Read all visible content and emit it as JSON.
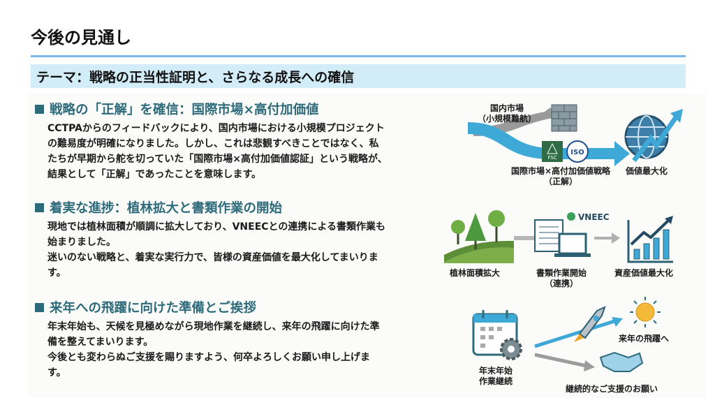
{
  "title": "今後の見通し",
  "theme": "テーマ：戦略の正当性証明と、さらなる成長への確信",
  "sections": [
    {
      "heading": "戦略の「正解」を確信：国際市場×高付加価値",
      "lines": [
        "CCTPAからのフィードバックにより、国内市場における小規模プロジェクト",
        "の難易度が明確になりました。しかし、これは悲観すべきことではなく、私",
        "たちが早期から舵を切っていた「国際市場×高付加価値認証」という戦略が、",
        "結果として「正解」であったことを意味します。"
      ]
    },
    {
      "heading": "着実な進捗：植林拡大と書類作業の開始",
      "lines": [
        "現地では植林面積が順調に拡大しており、VNEECとの連携による書類作業も",
        "始まりました。",
        "迷いのない戦略と、着実な実行力で、皆様の資産価値を最大化してまいりま",
        "す。"
      ]
    },
    {
      "heading": "来年への飛躍に向けた準備とご挨拶",
      "lines": [
        "年末年始も、天候を見極めながら現地作業を継続し、来年の飛躍に向けた準",
        "備を整えてまいります。",
        "今後とも変わらぬご支援を賜りますよう、何卒よろしくお願い申し上げま",
        "す。"
      ]
    }
  ],
  "diagram1": {
    "domestic": "国内市場",
    "domestic_sub": "（小規模難航）",
    "intl": "国際市場×高付加価値戦略",
    "intl_sub": "（正解）",
    "value": "価値最大化",
    "fsc": "FSC",
    "iso": "ISO"
  },
  "diagram2": {
    "planting": "植林面積拡大",
    "docs": "書類作業開始",
    "docs_sub": "（連携）",
    "asset": "資産価値最大化",
    "vneec": "VNEEC"
  },
  "diagram3": {
    "calendar": "年末年始",
    "calendar_sub": "作業継続",
    "leap": "来年の飛躍へ",
    "support": "継続的なご支援のお願い"
  },
  "colors": {
    "accent": "#2d6b7b",
    "theme_bg": "#d2ecf8",
    "rule": "#79b6ee",
    "arrow_blue": "#3ea9d6"
  }
}
